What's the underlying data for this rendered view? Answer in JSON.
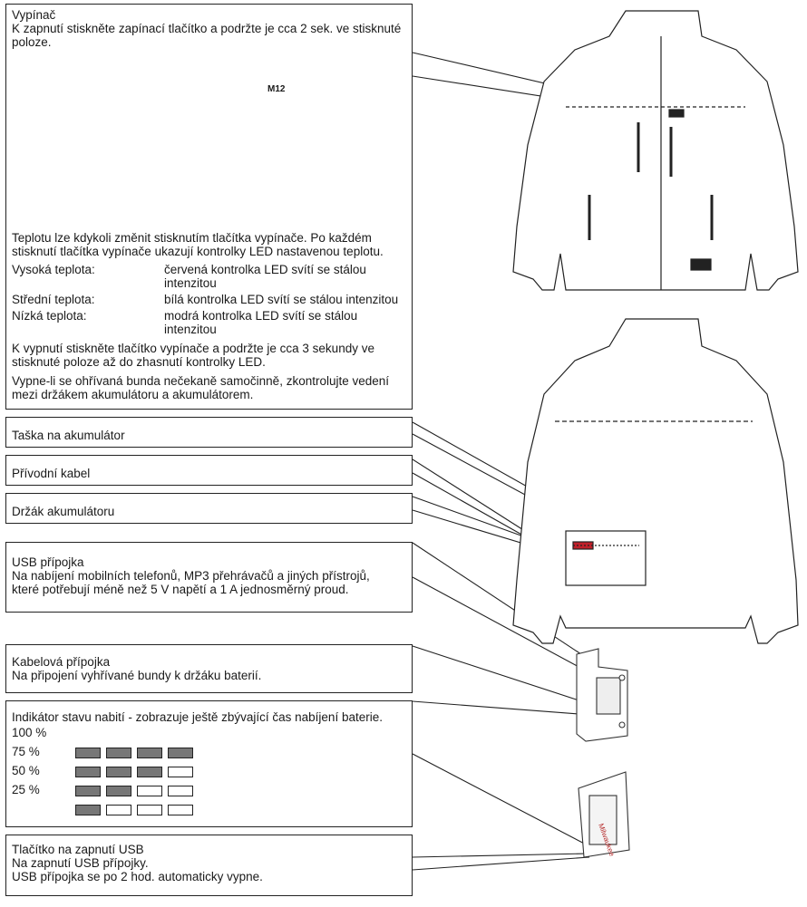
{
  "switch_box": {
    "title": "Vypínač",
    "line1": "K zapnutí stiskněte zapínací tlačítko a podržte je cca 2 sek. ve stisknuté",
    "line2": "poloze.",
    "badge_text": "M12",
    "temp_line1": "Teplotu lze kdykoli změnit stisknutím tlačítka vypínače. Po každém",
    "temp_line2": "stisknutí tlačítka vypínače ukazují kontrolky LED nastavenou teplotu.",
    "levels": [
      {
        "name": "Vysoká teplota:",
        "desc1": "červená kontrolka LED svítí se stálou",
        "desc2": "intenzitou"
      },
      {
        "name": "Střední teplota:",
        "desc1": "bílá kontrolka LED svítí se stálou intenzitou",
        "desc2": ""
      },
      {
        "name": "Nízká teplota:",
        "desc1": "modrá kontrolka LED svítí se stálou",
        "desc2": "intenzitou"
      }
    ],
    "off_line1": "K vypnutí stiskněte tlačítko vypínače a podržte je cca 3 sekundy ve",
    "off_line2": "stisknuté poloze až do zhasnutí kontrolky LED.",
    "warn_line1": "Vypne-li se ohřívaná bunda nečekaně samočinně, zkontrolujte vedení",
    "warn_line2": "mezi držákem akumulátoru a akumulátorem."
  },
  "battery_bag": {
    "title": "Taška na akumulátor"
  },
  "supply_cable": {
    "title": "Přívodní kabel"
  },
  "battery_holder": {
    "title": "Držák akumulátoru"
  },
  "usb_port": {
    "title": "USB přípojka",
    "line1": "Na nabíjení mobilních telefonů, MP3 přehrávačů a jiných přístrojů,",
    "line2": "které potřebují méně než 5 V napětí a 1 A jednosměrný proud."
  },
  "cable_port": {
    "title": "Kabelová přípojka",
    "line1": "Na připojení vyhřívané bundy k držáku baterií."
  },
  "charge_indicator": {
    "title": "Indikátor stavu nabití - zobrazuje ještě zbývající čas nabíjení baterie.",
    "labels": [
      "100 %",
      "75 %",
      "50 %",
      "25 %"
    ],
    "rows": [
      {
        "filled": 4
      },
      {
        "filled": 3
      },
      {
        "filled": 2
      },
      {
        "filled": 1
      }
    ]
  },
  "usb_button": {
    "title": "Tlačítko na zapnutí USB",
    "line1": "Na zapnutí USB přípojky.",
    "line2": "USB přípojka se po 2 hod. automaticky vypne."
  }
}
